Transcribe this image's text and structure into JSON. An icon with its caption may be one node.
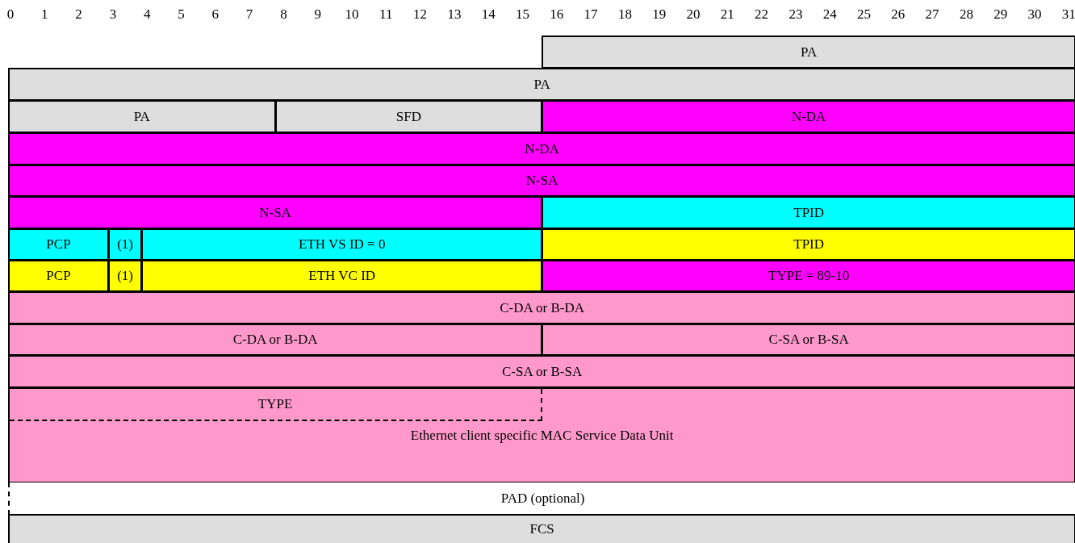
{
  "diagram": {
    "nodes": [
      {
        "text": [
          "PA"
        ]
      },
      {
        "text": [
          "PA"
        ]
      },
      {
        "text": [
          "PA"
        ]
      },
      {
        "text": [
          "SFD"
        ]
      },
      {
        "text": [
          "N-DA"
        ]
      },
      {
        "text": [
          "N-DA"
        ]
      },
      {
        "text": [
          "N-SA"
        ]
      },
      {
        "text": [
          "N-SA"
        ]
      },
      {
        "text": [
          "TPID"
        ]
      },
      {
        "text": [
          "PCP"
        ]
      },
      {
        "text": [
          "(1)"
        ]
      },
      {
        "text": [
          "ETH VS ID = 0"
        ]
      },
      {
        "text": [
          "TPID"
        ]
      },
      {
        "text": [
          "PCP"
        ]
      },
      {
        "text": [
          "(1)"
        ]
      },
      {
        "text": [
          "ETH VC ID"
        ]
      },
      {
        "text": [
          "TYPE = 89-10"
        ]
      },
      {
        "text": [
          "C-DA or B-DA"
        ]
      },
      {
        "text": [
          "C-DA or B-DA"
        ]
      },
      {
        "text": [
          "C-SA or B-SA"
        ]
      },
      {
        "text": [
          "C-SA or B-SA"
        ]
      },
      {
        "text": [
          "Ethernet client specific MAC Service Data Unit"
        ]
      },
      {
        "text": [
          "TYPE"
        ],
        "in": 21
      },
      {
        "text": [
          "PAD (optional)"
        ]
      },
      {
        "text": [
          "FCS"
        ]
      }
    ],
    "edges": [],
    "labels": [
      "0",
      "1",
      "2",
      "3",
      "4",
      "5",
      "6",
      "7",
      "8",
      "9",
      "10",
      "11",
      "12",
      "13",
      "14",
      "15",
      "16",
      "17",
      "18",
      "19",
      "20",
      "21",
      "22",
      "23",
      "24",
      "25",
      "26",
      "27",
      "28",
      "29",
      "30",
      "31"
    ]
  }
}
